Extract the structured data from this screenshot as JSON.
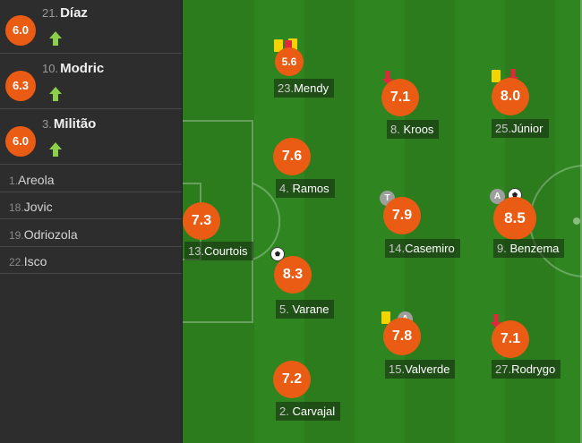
{
  "substitutes": [
    {
      "number": "21.",
      "name": "Díaz",
      "rating": "6.0"
    },
    {
      "number": "10.",
      "name": "Modric",
      "rating": "6.3"
    },
    {
      "number": "3.",
      "name": "Militão",
      "rating": "6.0"
    }
  ],
  "bench": [
    {
      "number": "1.",
      "name": "Areola"
    },
    {
      "number": "18.",
      "name": "Jovic"
    },
    {
      "number": "19.",
      "name": "Odriozola"
    },
    {
      "number": "22.",
      "name": "Isco"
    }
  ],
  "players": [
    {
      "number": "13.",
      "name": "Courtois",
      "rating": "7.3"
    },
    {
      "number": "23.",
      "name": "Mendy",
      "rating": "5.6"
    },
    {
      "number": "4.",
      "name": "Ramos",
      "rating": "7.6"
    },
    {
      "number": "5.",
      "name": "Varane",
      "rating": "8.3"
    },
    {
      "number": "2.",
      "name": "Carvajal",
      "rating": "7.2"
    },
    {
      "number": "8.",
      "name": "Kroos",
      "rating": "7.1"
    },
    {
      "number": "14.",
      "name": "Casemiro",
      "rating": "7.9"
    },
    {
      "number": "15.",
      "name": "Valverde",
      "rating": "7.8"
    },
    {
      "number": "25.",
      "name": "Júnior",
      "rating": "8.0"
    },
    {
      "number": "9.",
      "name": "Benzema",
      "rating": "8.5"
    },
    {
      "number": "27.",
      "name": "Rodrygo",
      "rating": "7.1"
    }
  ],
  "badges": {
    "casemiro_letter": "T",
    "benzema_letter": "A",
    "valverde_letter": "A"
  },
  "icons": {
    "sub_in": "arrow-up-icon",
    "sub_out": "arrow-down-icon",
    "goal": "soccer-ball-icon",
    "yellow_card": "yellow-card-icon",
    "red_card": "red-card-icon"
  },
  "colors": {
    "rating": "#ea5b13",
    "pitch": "#2c7c1e",
    "sub_in_arrow": "#8bd04a",
    "sub_out_arrow": "#e0283a",
    "yellow_card": "#f5d300"
  }
}
